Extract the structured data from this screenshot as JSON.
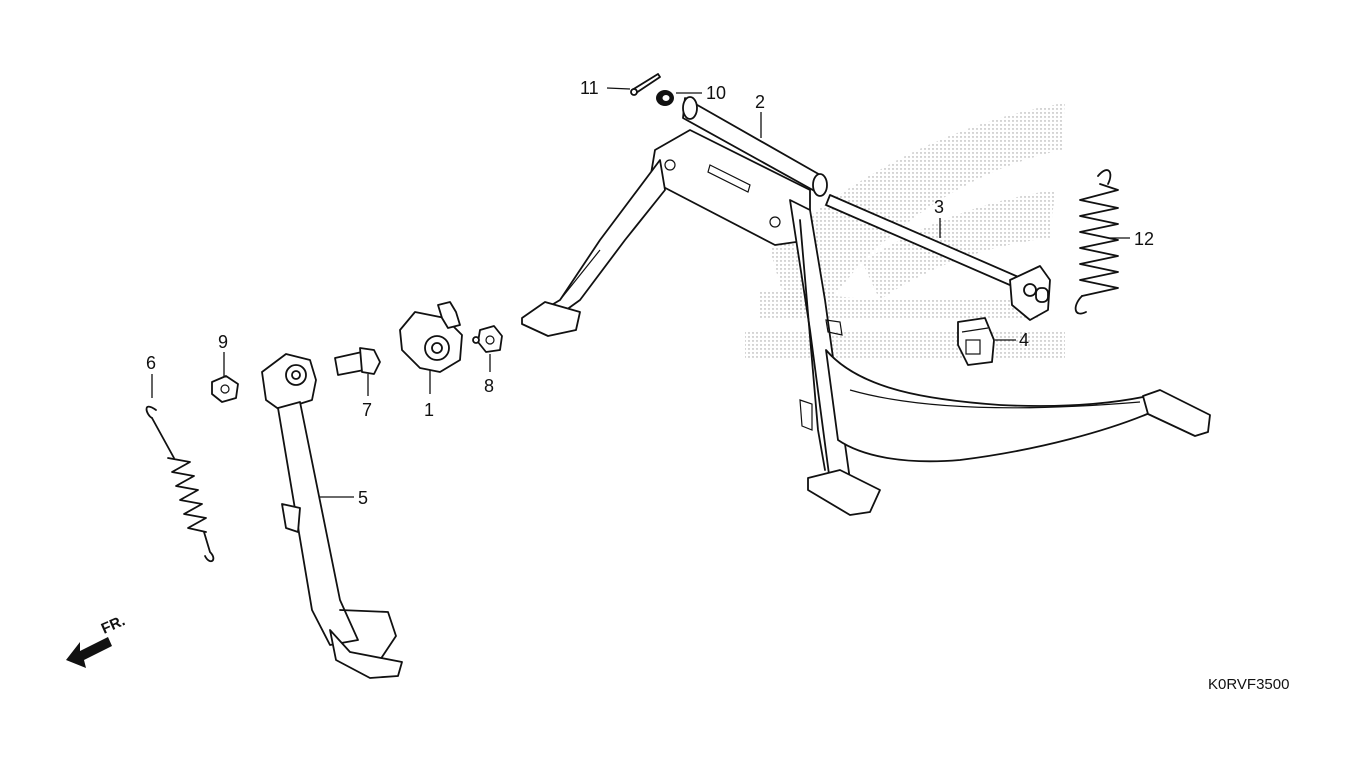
{
  "diagram": {
    "drawing_code": "K0RVF3500",
    "direction_label": "FR.",
    "callouts": [
      {
        "id": "1",
        "label": "1"
      },
      {
        "id": "2",
        "label": "2"
      },
      {
        "id": "3",
        "label": "3"
      },
      {
        "id": "4",
        "label": "4"
      },
      {
        "id": "5",
        "label": "5"
      },
      {
        "id": "6",
        "label": "6"
      },
      {
        "id": "7",
        "label": "7"
      },
      {
        "id": "8",
        "label": "8"
      },
      {
        "id": "9",
        "label": "9"
      },
      {
        "id": "10",
        "label": "10"
      },
      {
        "id": "11",
        "label": "11"
      },
      {
        "id": "12",
        "label": "12"
      }
    ]
  }
}
